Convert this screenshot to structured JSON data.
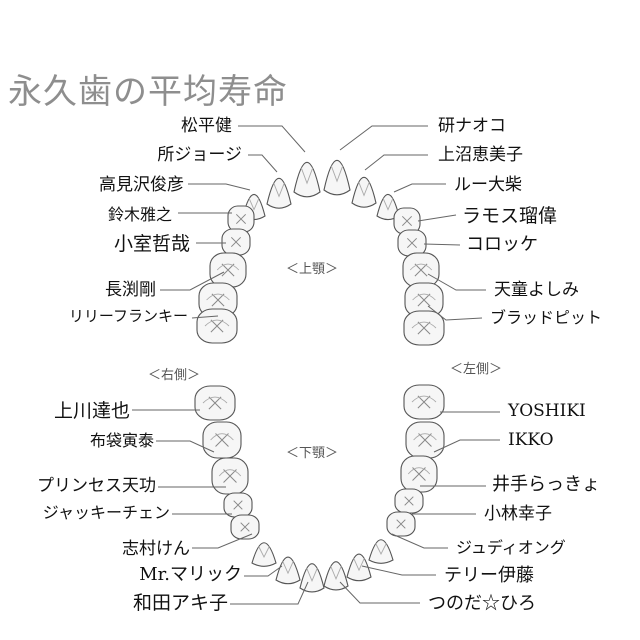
{
  "title": "永久歯の平均寿命",
  "sections": {
    "upper_jaw": "＜上顎＞",
    "lower_jaw": "＜下顎＞",
    "right_side": "＜右側＞",
    "left_side": "＜左側＞"
  },
  "upper_right": [
    "松平健",
    "所ジョージ",
    "高見沢俊彦",
    "鈴木雅之",
    "小室哲哉",
    "長渕剛",
    "リリーフランキー"
  ],
  "upper_left": [
    "研ナオコ",
    "上沼恵美子",
    "ルー大柴",
    "ラモス瑠偉",
    "コロッケ",
    "天童よしみ",
    "ブラッドピット"
  ],
  "lower_right": [
    "上川達也",
    "布袋寅泰",
    "プリンセス天功",
    "ジャッキーチェン",
    "志村けん",
    "Mr.マリック",
    "和田アキ子"
  ],
  "lower_left": [
    "YOSHIKI",
    "IKKO",
    "井手らっきょ",
    "小林幸子",
    "ジュディオング",
    "テリー伊藤",
    "つのだ☆ひろ"
  ]
}
